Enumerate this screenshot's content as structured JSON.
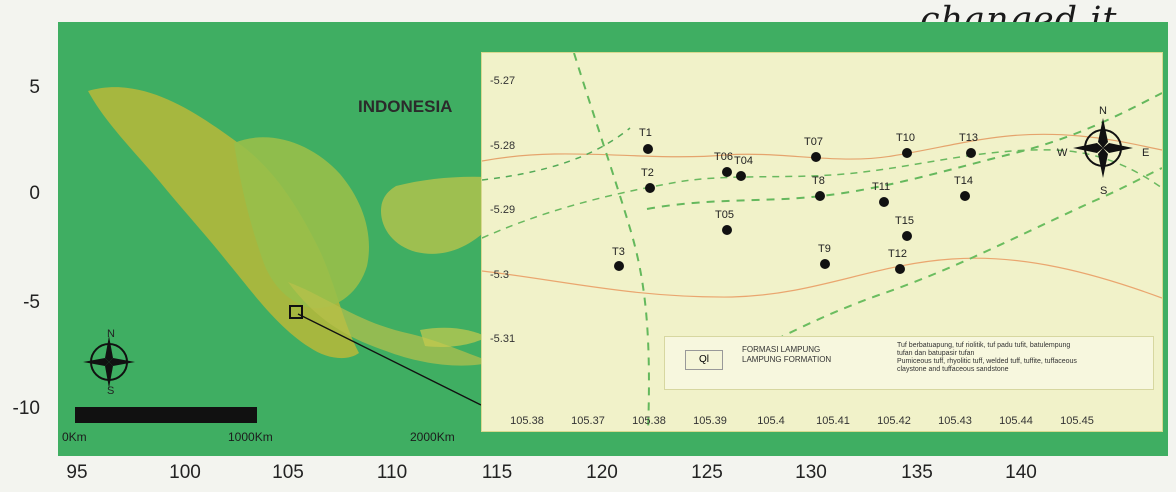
{
  "map": {
    "country_label": "INDONESIA",
    "handwritten_note": "changed it",
    "left_ticks": [
      "5",
      "0",
      "-5",
      "-10"
    ],
    "bottom_ticks": [
      "95",
      "100",
      "105",
      "110",
      "115",
      "120",
      "125",
      "130",
      "135",
      "140"
    ],
    "scale": {
      "labels": [
        "0Km",
        "1000Km",
        "2000Km"
      ]
    }
  },
  "inset": {
    "y_ticks": [
      "-5.27",
      "-5.28",
      "-5.29",
      "-5.3",
      "-5.31"
    ],
    "x_ticks": [
      "105.38",
      "105.37",
      "105.38",
      "105.39",
      "105.4",
      "105.41",
      "105.42",
      "105.43",
      "105.44",
      "105.45"
    ],
    "samples": [
      {
        "label": "T1"
      },
      {
        "label": "T2"
      },
      {
        "label": "T3"
      },
      {
        "label": "T06"
      },
      {
        "label": "T04"
      },
      {
        "label": "T05"
      },
      {
        "label": "T07"
      },
      {
        "label": "T8"
      },
      {
        "label": "T9"
      },
      {
        "label": "T10"
      },
      {
        "label": "T11"
      },
      {
        "label": "T12"
      },
      {
        "label": "T13"
      },
      {
        "label": "T14"
      },
      {
        "label": "T15"
      }
    ],
    "legend": {
      "code": "Ql",
      "title_1": "FORMASI LAMPUNG",
      "title_2": "LAMPUNG FORMATION",
      "desc_1": "Tuf berbatuapung, tuf riolitik, tuf padu tufit, batulempung",
      "desc_2": "tufan dan batupasir tufan",
      "desc_3": "Pumiceous tuff, rhyolitic tuff, welded tuff, tuffite, tuffaceous",
      "desc_4": "claystone and tuffaceous sandstone"
    },
    "compass_labels": [
      "N",
      "E",
      "S",
      "W"
    ],
    "left_compass_labels": [
      "N",
      "S"
    ]
  },
  "colors": {
    "sea_green": "#3fae62",
    "land_yellow": "#d7d34f",
    "inset_bg": "#f1f2c9"
  }
}
